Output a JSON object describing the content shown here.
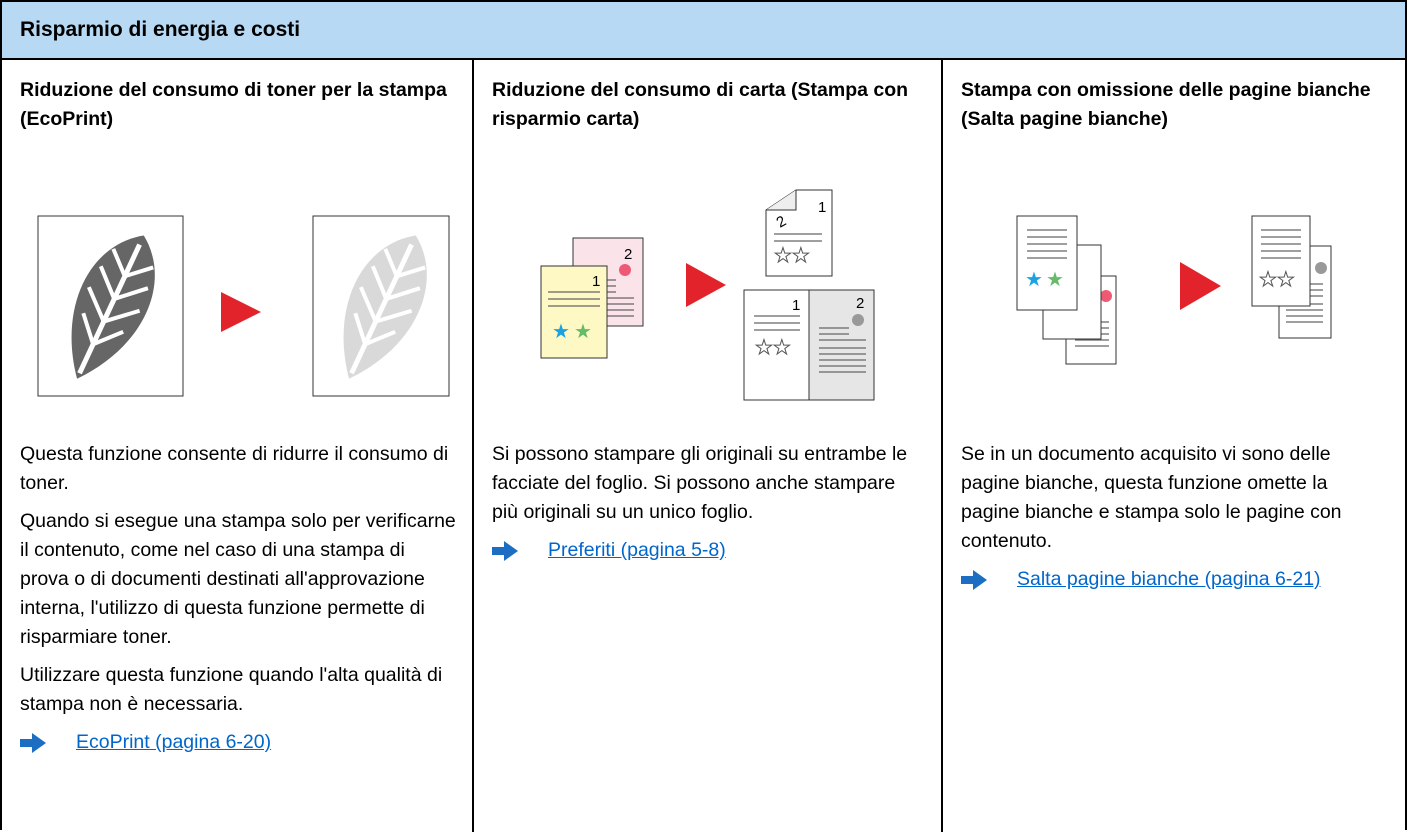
{
  "section": {
    "title": "Risparmio di energia e costi"
  },
  "columns": [
    {
      "title": "Riduzione del consumo di toner per la stampa (EcoPrint)",
      "paragraphs": [
        "Questa funzione consente di ridurre il consumo di toner.",
        "Quando si esegue una stampa solo per verificarne il contenuto, come nel caso di una stampa di prova o di documenti destinati all'approvazione interna, l'utilizzo di questa funzione permette di risparmiare toner.",
        "Utilizzare questa funzione quando l'alta qualità di stampa non è necessaria."
      ],
      "link": "EcoPrint (pagina 6-20)"
    },
    {
      "title": "Riduzione del consumo di carta (Stampa con risparmio carta)",
      "paragraphs": [
        "Si possono stampare gli originali su entrambe le facciate del foglio. Si possono anche stampare più originali su un unico foglio."
      ],
      "link": "Preferiti (pagina 5-8)",
      "page_numbers": [
        "1",
        "2"
      ]
    },
    {
      "title": "Stampa con omissione delle pagine bianche (Salta pagine bianche)",
      "paragraphs": [
        "Se in un documento acquisito vi sono delle pagine bianche, questa funzione omette la pagine bianche e stampa solo le pagine con contenuto."
      ],
      "link": "Salta pagine bianche (pagina 6-21)"
    }
  ],
  "colors": {
    "header_bg": "#b7d9f3",
    "arrow_red": "#e3232b",
    "link_blue": "#0066cc",
    "bullet_arrow": "#1b6ec2"
  }
}
